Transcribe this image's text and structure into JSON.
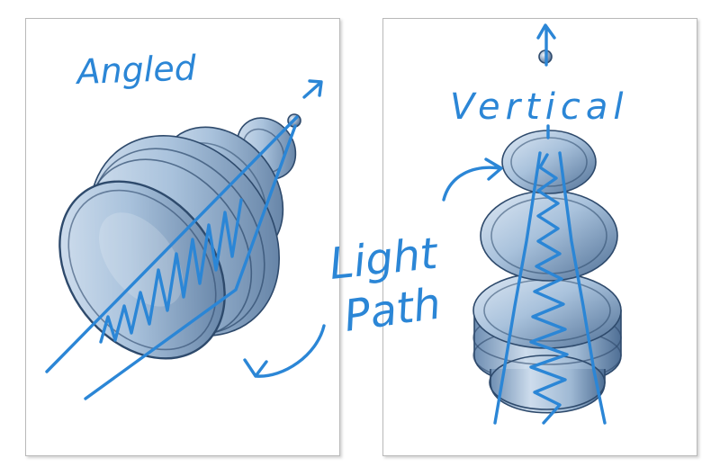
{
  "labels": {
    "angled": "Angled",
    "vertical": "Vertical",
    "light": "Light",
    "path": "Path"
  },
  "colors": {
    "ink": "#2b86d6",
    "glass_fill": "#a9c2dc",
    "glass_dark": "#4f6f95",
    "glass_edge": "#2e4a6c",
    "panel_border": "#b9b9b9"
  },
  "panels": [
    {
      "name": "angled-panel",
      "view": "angled"
    },
    {
      "name": "vertical-panel",
      "view": "vertical"
    }
  ]
}
